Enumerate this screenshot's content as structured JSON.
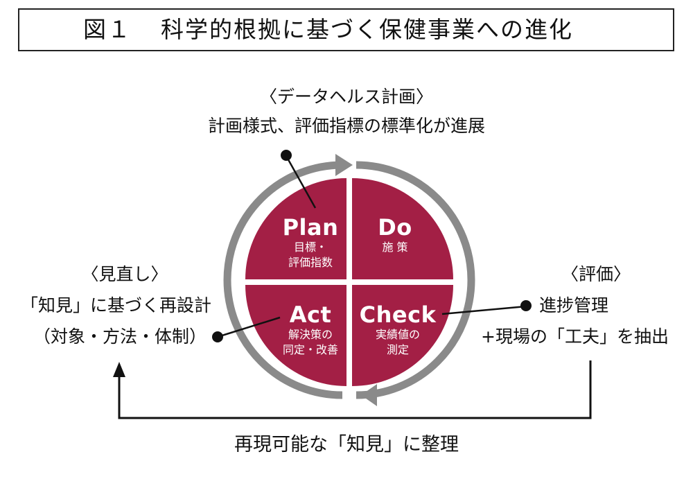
{
  "title": {
    "figure": "図１",
    "text": "科学的根拠に基づく保健事業への進化"
  },
  "colors": {
    "quadrant": "#a31f45",
    "ring": "#8a8a8a",
    "line": "#111111"
  },
  "cycle": {
    "plan": {
      "label": "Plan",
      "sub1": "目標・",
      "sub2": "評価指数"
    },
    "do": {
      "label": "Do",
      "sub1": "施 策"
    },
    "act": {
      "label": "Act",
      "sub1": "解決策の",
      "sub2": "同定・改善"
    },
    "check": {
      "label": "Check",
      "sub1": "実績値の",
      "sub2": "測定"
    }
  },
  "callouts": {
    "plan_heading": "〈データヘルス計画〉",
    "plan_text": "計画様式、評価指標の標準化が進展",
    "act_heading": "〈見直し〉",
    "act_text1": "「知見」に基づく再設計",
    "act_text2": "（対象・方法・体制）",
    "check_heading": "〈評価〉",
    "check_text1": "進捗管理",
    "check_text2": "+現場の「工夫」を抽出"
  },
  "bottom_text": "再現可能な「知見」に整理"
}
